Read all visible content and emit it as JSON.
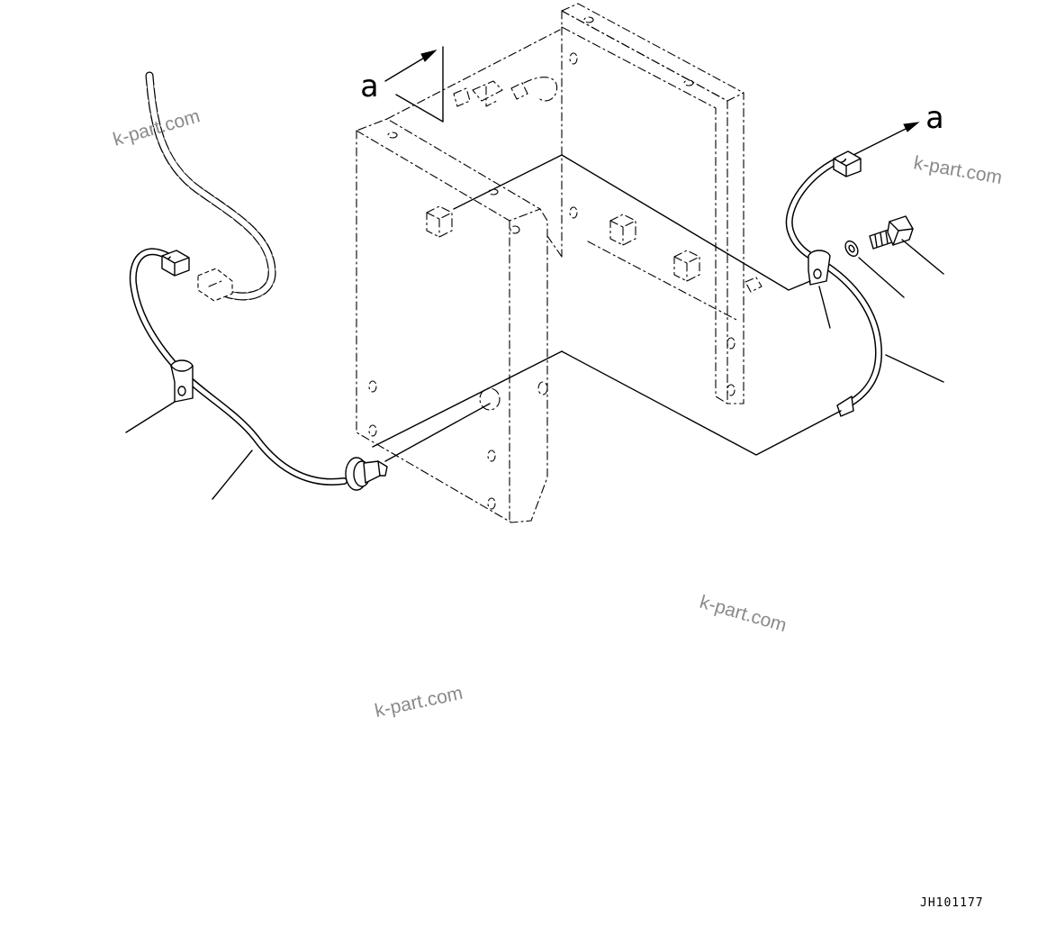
{
  "callouts": {
    "view_arrow_left_letter": "a",
    "view_arrow_right_letter": "a"
  },
  "watermarks": [
    "k-part.com",
    "k-part.com",
    "k-part.com",
    "k-part.com"
  ],
  "drawing_number": "JH101177"
}
